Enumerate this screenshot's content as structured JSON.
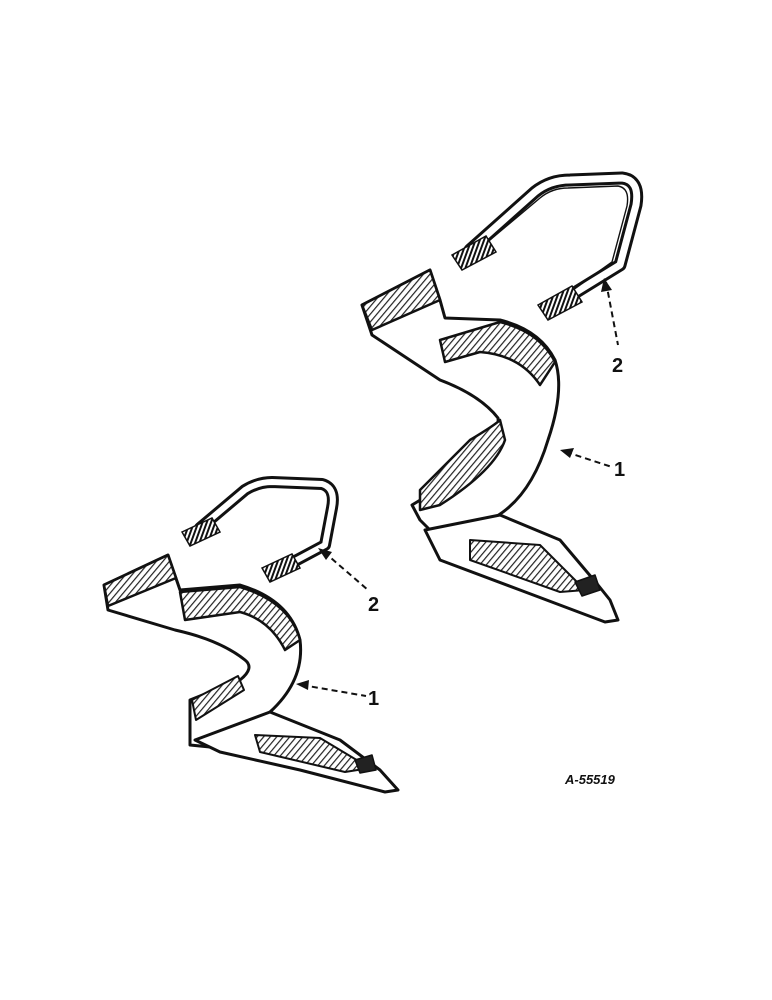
{
  "diagram": {
    "callouts": {
      "large_shank": "1",
      "large_u_bolt": "2",
      "small_shank": "1",
      "small_u_bolt": "2"
    },
    "reference_number": "A-55519",
    "colors": {
      "ink": "#111111",
      "paper": "#ffffff",
      "hatch": "#222222"
    }
  }
}
